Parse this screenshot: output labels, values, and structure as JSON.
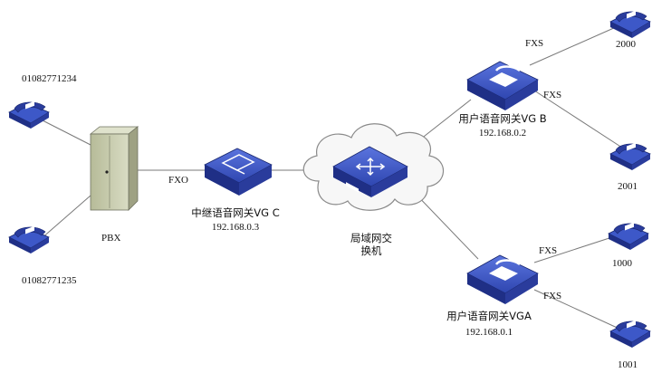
{
  "phones": {
    "left_top": "01082771234",
    "left_bottom": "01082771235",
    "b1": "2000",
    "b2": "2001",
    "a1": "1000",
    "a2": "1001"
  },
  "pbx": {
    "label": "PBX"
  },
  "vg_c": {
    "name": "中继语音网关VG C",
    "ip": "192.168.0.3",
    "port": "FXO"
  },
  "switch": {
    "line1": "局域网交",
    "line2": "换机"
  },
  "vg_b": {
    "name": "用户语音网关VG B",
    "ip": "192.168.0.2",
    "port1": "FXS",
    "port2": "FXS"
  },
  "vg_a": {
    "name": "用户语音网关VGA",
    "ip": "192.168.0.1",
    "port1": "FXS",
    "port2": "FXS"
  },
  "colors": {
    "device_top": "#3d58c8",
    "device_side": "#1f2f86",
    "cabinet": "#c7cbb0",
    "cloud": "#f6f6f6",
    "line": "#7a7a7a"
  }
}
